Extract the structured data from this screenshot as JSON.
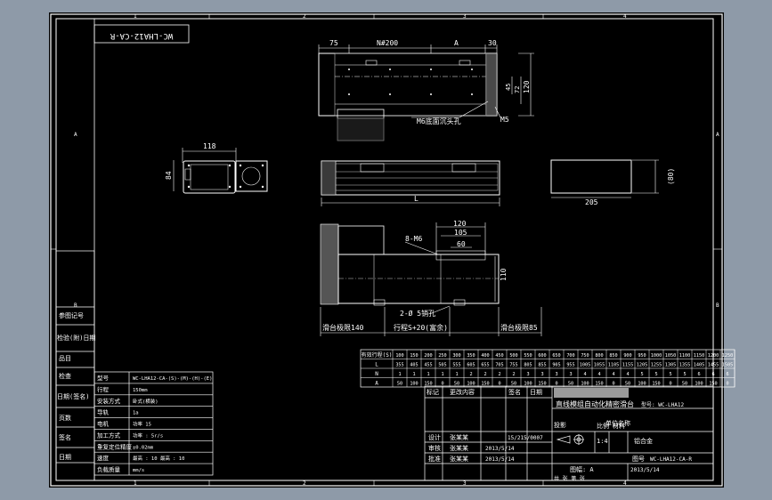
{
  "colors": {
    "background": "#8e9aa8",
    "paper": "#000000",
    "line": "#ffffff",
    "yellow": "#ffff00",
    "green": "#00ff00",
    "cyan": "#00c8c8",
    "magenta": "#ff00ff",
    "red": "#ff3030",
    "gray": "#7a7a7a"
  },
  "drawing_number_stamp": "WC-LHA12-CA-R",
  "border_numbers": {
    "top": [
      "1",
      "2",
      "3",
      "4"
    ],
    "bottom": [
      "1",
      "2",
      "3",
      "4"
    ],
    "left": [
      "A",
      "B"
    ],
    "right": [
      "A",
      "B"
    ]
  },
  "dimensions": {
    "top_view": {
      "d75": "75",
      "d200": "N#200",
      "dA": "A",
      "d30": "30",
      "d45": "45",
      "d72": "72",
      "d120": "120",
      "hole_note": "M6底面沉头孔",
      "m5": "M5"
    },
    "end_view": {
      "d118": "118",
      "d84": "84"
    },
    "side_view": {
      "dL": "L"
    },
    "motor_view": {
      "d80": "(80)",
      "d205": "205"
    },
    "bottom_view": {
      "d120": "120",
      "d105": "105",
      "d60": "60",
      "m6": "8-M6",
      "hole2": "2-Ø 5销孔",
      "d110": "110",
      "slide_left": "滑台极限140",
      "stroke": "行程S+20(富余)",
      "slide_right": "滑台极限85"
    }
  },
  "stroke_table": {
    "header_label": "有效行程(S)",
    "row_labels": [
      "L",
      "N",
      "A"
    ],
    "stroke": [
      "100",
      "150",
      "200",
      "250",
      "300",
      "350",
      "400",
      "450",
      "500",
      "550",
      "600",
      "650",
      "700",
      "750",
      "800",
      "850",
      "900",
      "950",
      "1000",
      "1050",
      "1100",
      "1150",
      "1200",
      "1250"
    ],
    "L": [
      "355",
      "405",
      "455",
      "505",
      "555",
      "605",
      "655",
      "705",
      "755",
      "805",
      "855",
      "905",
      "955",
      "1005",
      "1055",
      "1105",
      "1155",
      "1205",
      "1255",
      "1305",
      "1355",
      "1405",
      "1455",
      "1505"
    ],
    "N": [
      "1",
      "1",
      "1",
      "1",
      "1",
      "2",
      "2",
      "2",
      "2",
      "3",
      "3",
      "3",
      "3",
      "4",
      "4",
      "4",
      "4",
      "5",
      "5",
      "5",
      "5",
      "6",
      "6",
      "6"
    ],
    "A": [
      "50",
      "100",
      "150",
      "0",
      "50",
      "100",
      "150",
      "0",
      "50",
      "100",
      "150",
      "0",
      "50",
      "100",
      "150",
      "0",
      "50",
      "100",
      "150",
      "0",
      "50",
      "100",
      "150",
      "0"
    ]
  },
  "revision_labels": {
    "left_col": [
      "参图记号",
      "检验(附)日期",
      "品目",
      "检查",
      "日期(签名)",
      "页数",
      "签名",
      "日期"
    ]
  },
  "spec_table": [
    [
      "型号",
      "WC-LHA12-CA-(S)-(M)-(H)-(E)"
    ],
    [
      "行程",
      "150mm"
    ],
    [
      "安装方式",
      "卧式(横装)"
    ],
    [
      "导轨",
      "1a"
    ],
    [
      "电机",
      "功率 15"
    ],
    [
      "加工方式",
      "功率 : 5r/s"
    ],
    [
      "重复定位精度",
      "±0.02mm"
    ],
    [
      "速度",
      "最高 : 10  最高 : 10"
    ],
    [
      "负载质量",
      "mm/s"
    ]
  ],
  "title_block": {
    "col_header_a": "标记",
    "col_header_b": "更改内容",
    "col_header_c": "签名",
    "col_header_d": "日期",
    "gray_label": "",
    "product_name": "直线模组自动化精密滑台",
    "model_label": "型号: WC-LHA12",
    "designer_label": "设计",
    "designer_name": "张某某",
    "checker_label": "审核",
    "checker_name": "张某某",
    "approve_label": "批准",
    "approve_name": "张某某",
    "tol_label": "15/215/0007",
    "date1": "2013/5/14",
    "date2": "2013/5/14",
    "scale_label": "比例",
    "scale_value": "1:4",
    "material_label": "材料",
    "material_value": "铝合金",
    "projection_label": "投影",
    "drawing_no_label": "图号",
    "drawing_no": "WC-LHA12-CA-R",
    "sheet_label": "共 张 第 张",
    "format_label": "图幅: A",
    "date3": "2013/5/14",
    "company_label": "单位名称"
  }
}
